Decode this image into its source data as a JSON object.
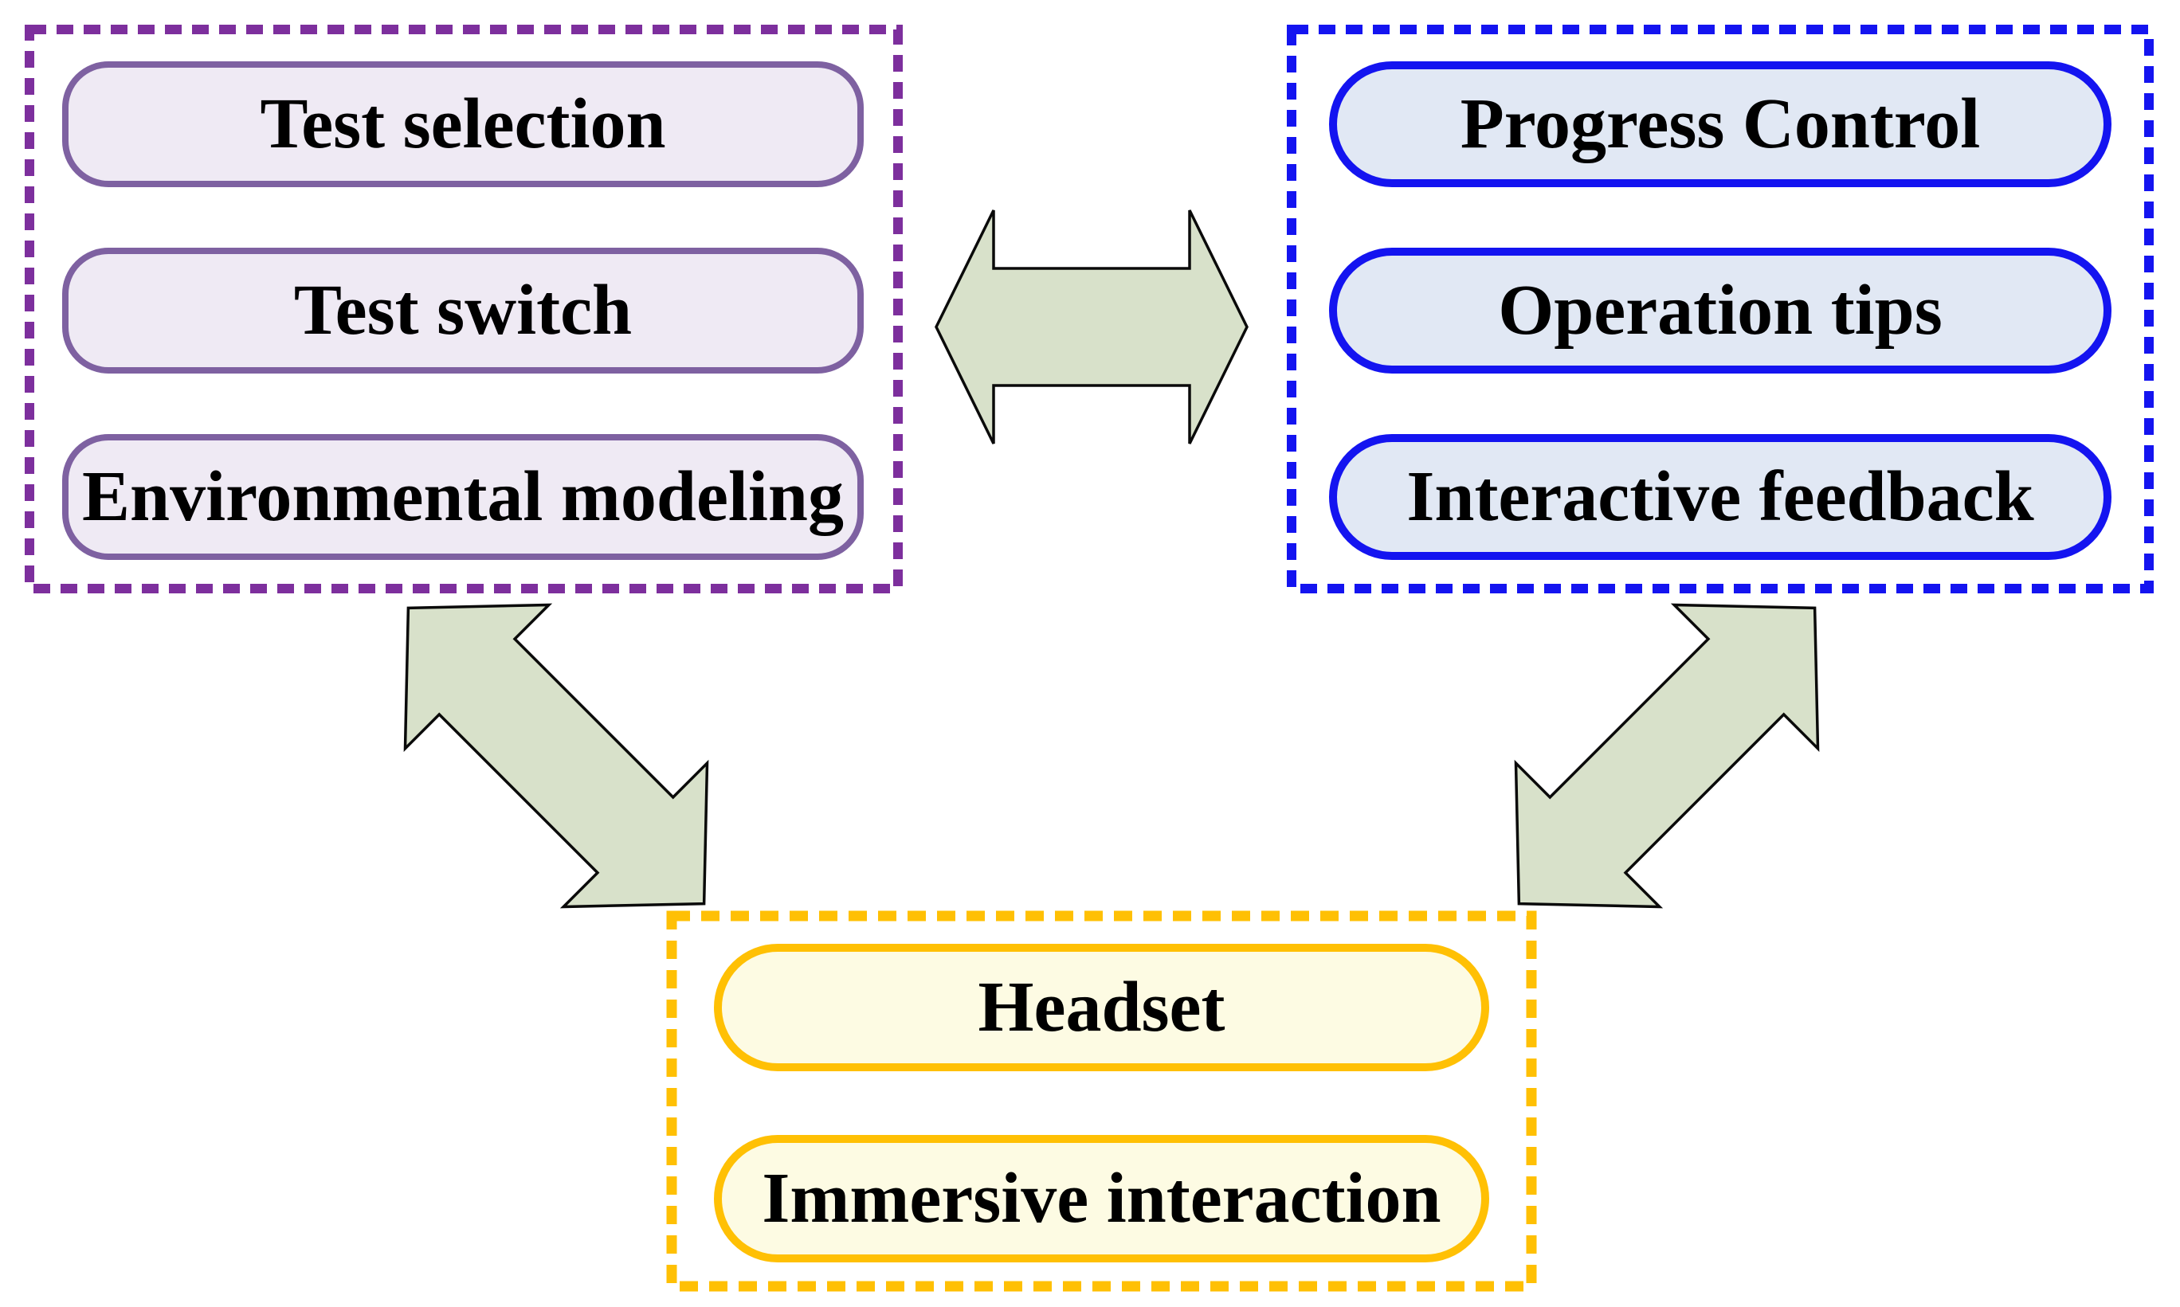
{
  "figure": {
    "title": "VR system modules diagram",
    "groups": [
      {
        "name": "test-management-group",
        "position": "top-left",
        "border_color": "#7D2F9D",
        "pill_fill": "#EFEAF4",
        "pill_border": "#7E61A1",
        "items": [
          "Test selection",
          "Test switch",
          "Environmental modeling"
        ]
      },
      {
        "name": "interaction-control-group",
        "position": "top-right",
        "border_color": "#1414F0",
        "pill_fill": "#E1E8F4",
        "pill_border": "#1414F0",
        "items": [
          "Progress Control",
          "Operation tips",
          "Interactive feedback"
        ]
      },
      {
        "name": "hardware-group",
        "position": "bottom-center",
        "border_color": "#FFC004",
        "pill_fill": "#FDFBE3",
        "pill_border": "#FFC004",
        "items": [
          "Headset",
          "Immersive interaction"
        ]
      }
    ],
    "connectors": [
      {
        "name": "horizontal-double-arrow",
        "between": [
          "top-left",
          "top-right"
        ]
      },
      {
        "name": "left-diagonal-double-arrow",
        "between": [
          "top-left",
          "bottom-center"
        ]
      },
      {
        "name": "right-diagonal-double-arrow",
        "between": [
          "top-right",
          "bottom-center"
        ]
      }
    ],
    "arrow_style": {
      "fill": "#D8E1CA",
      "stroke": "#0A0A0A"
    },
    "text_color": "#000000",
    "background": "#FFFFFF"
  }
}
